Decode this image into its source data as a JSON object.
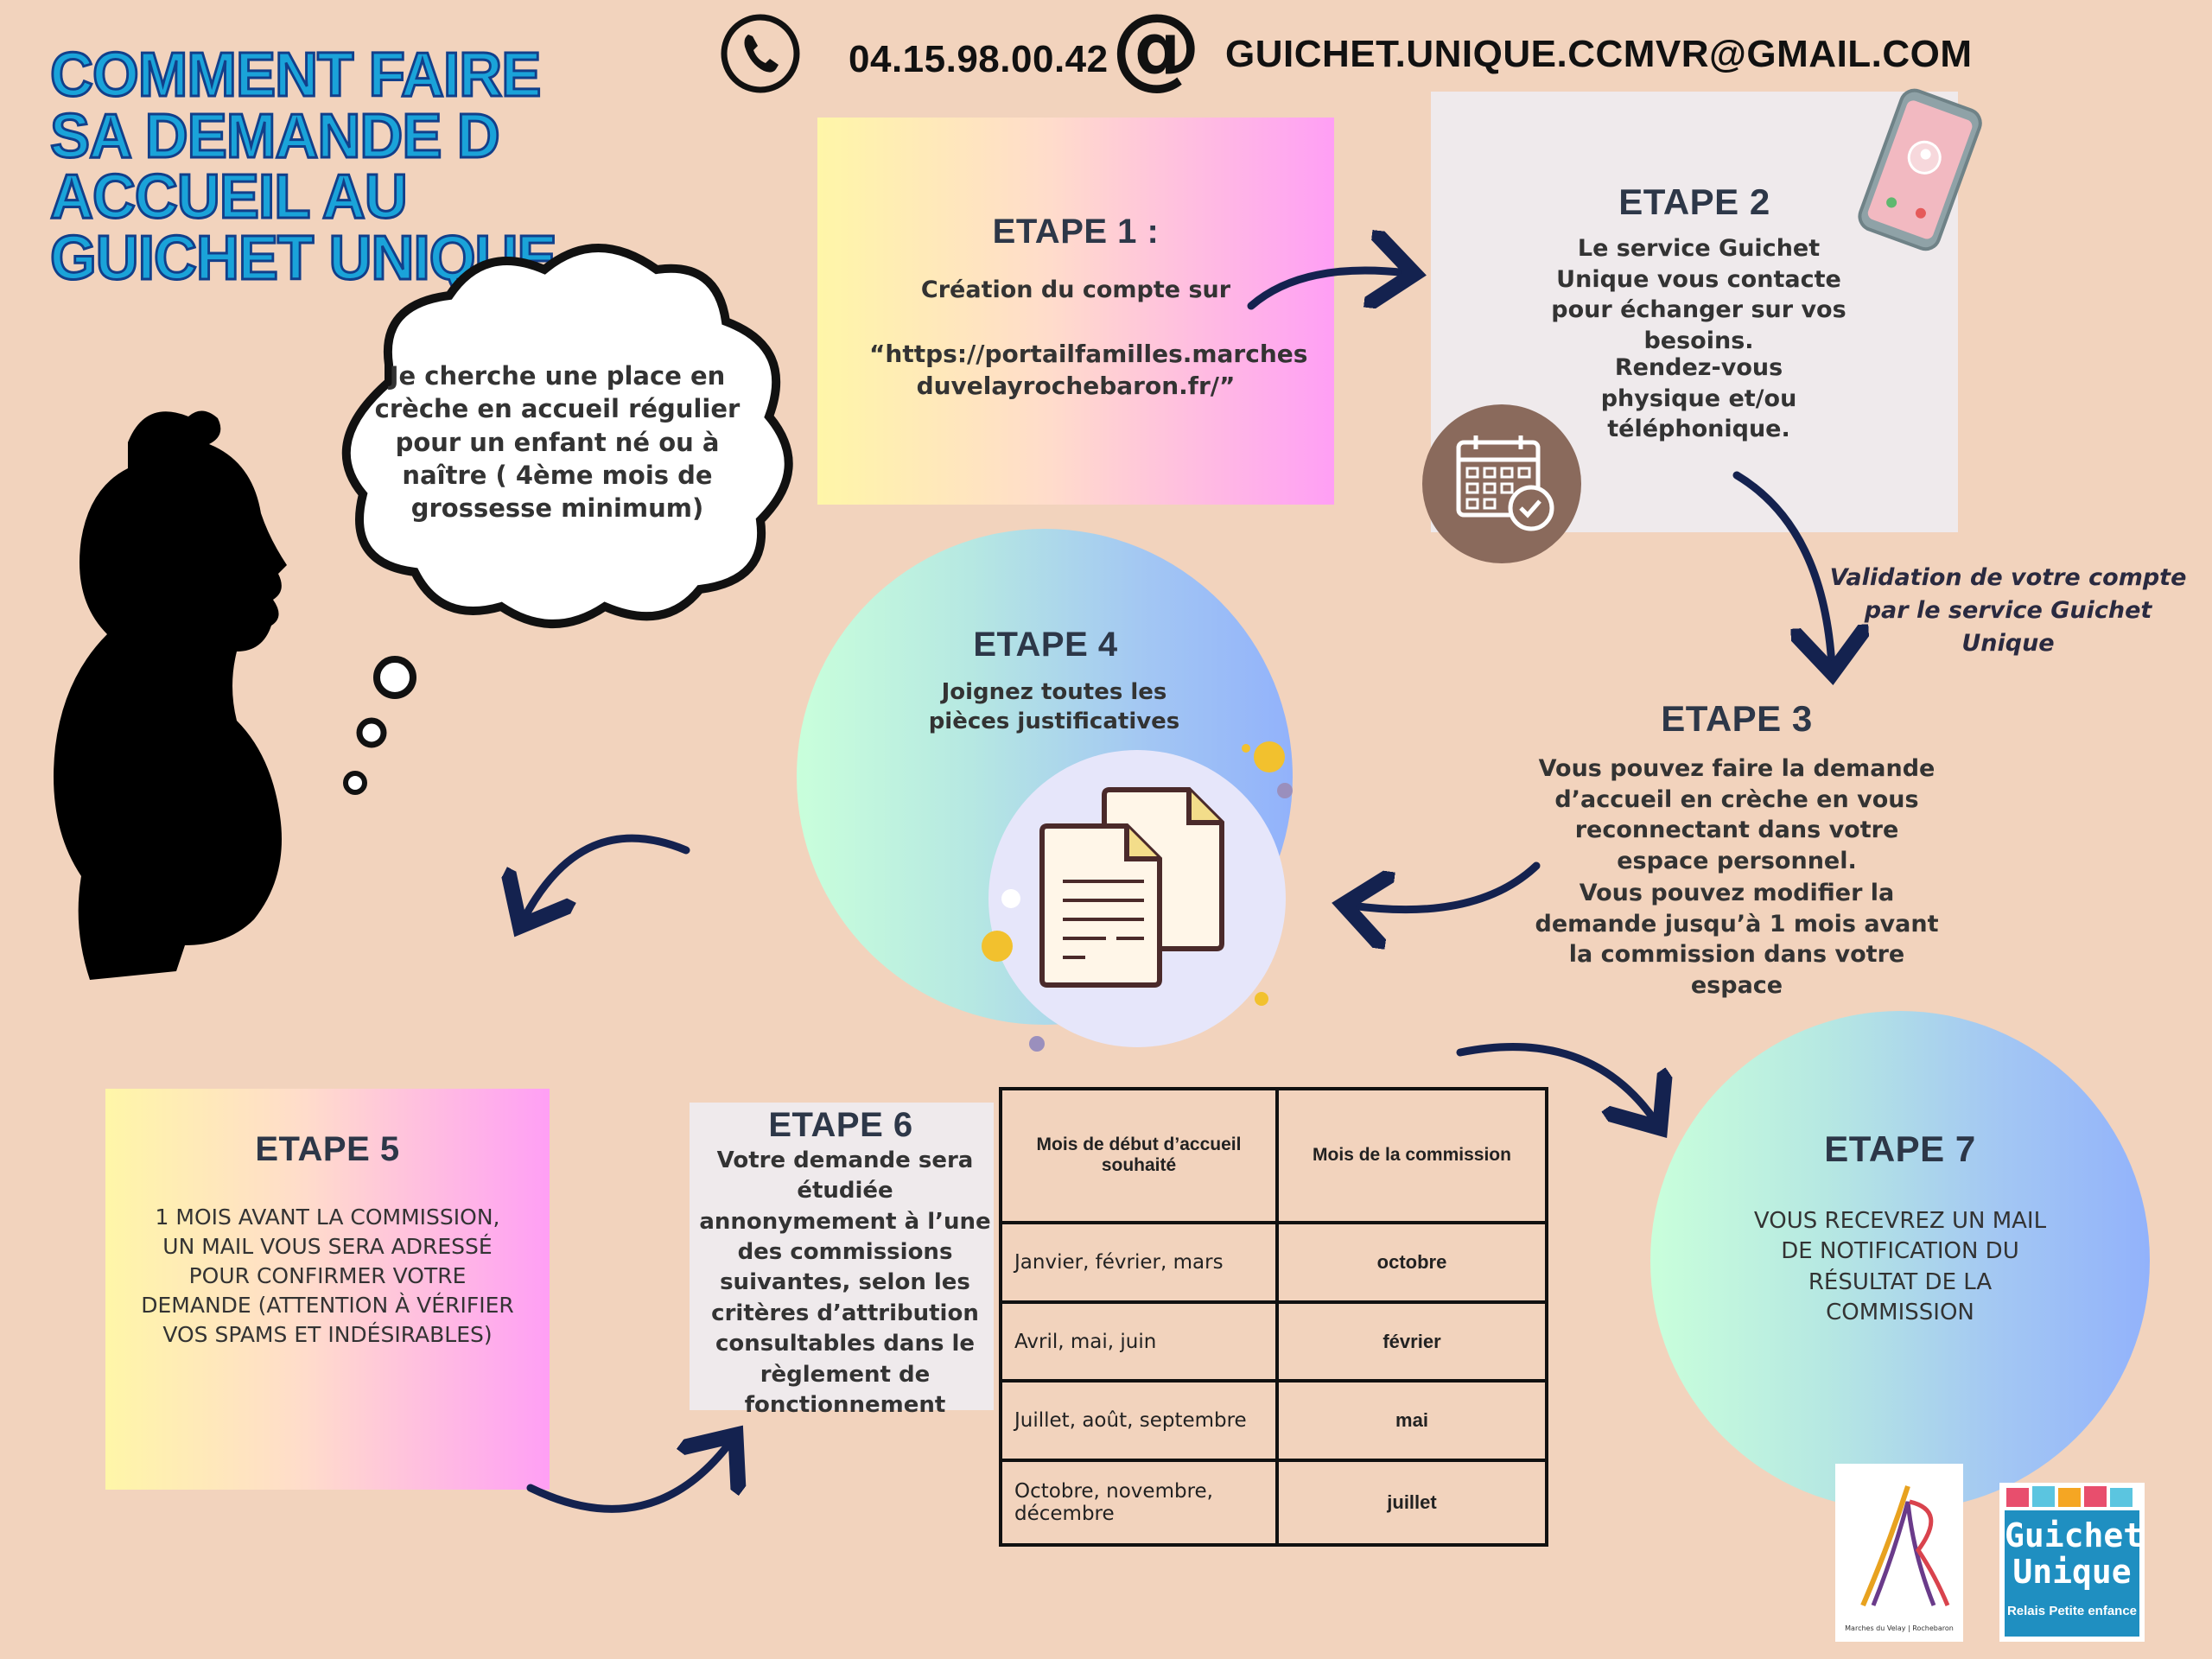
{
  "title": "COMMENT FAIRE SA DEMANDE D ACCUEIL AU GUICHET UNIQUE",
  "contact": {
    "phone": "04.15.98.00.42",
    "email": "GUICHET.UNIQUE.CCMVR@GMAIL.COM",
    "phone_icon": "phone-icon",
    "email_icon": "at-sign-icon"
  },
  "thought": "Je cherche une place en crèche en accueil régulier pour un enfant né ou à naître ( 4ème mois de grossesse minimum)",
  "steps": {
    "step1": {
      "title": "ETAPE 1 :",
      "line1": "Création du compte sur",
      "url": "“https://portailfamilles.marches duvelayrochebaron.fr/”"
    },
    "step2": {
      "title": "ETAPE 2",
      "text1": "Le service Guichet Unique vous contacte pour échanger sur vos besoins.",
      "text2": "Rendez-vous physique et/ou téléphonique."
    },
    "validation": "Validation de votre compte par le service Guichet Unique",
    "step3": {
      "title": "ETAPE 3",
      "text1": "Vous pouvez faire la demande d’accueil en crèche en vous reconnectant dans votre espace personnel.",
      "text2": "Vous pouvez modifier la demande jusqu’à 1 mois avant la commission dans votre espace"
    },
    "step4": {
      "title": "ETAPE 4",
      "text": "Joignez toutes les pièces justificatives"
    },
    "step5": {
      "title": "ETAPE 5",
      "text": "1 MOIS AVANT LA COMMISSION, UN MAIL VOUS SERA ADRESSÉ POUR CONFIRMER  VOTRE DEMANDE (ATTENTION À VÉRIFIER VOS SPAMS ET INDÉSIRABLES)"
    },
    "step6": {
      "title": "ETAPE 6",
      "text": "Votre demande sera étudiée annonymement à l’une des commissions suivantes, selon les critères d’attribution consultables dans le règlement de fonctionnement"
    },
    "step7": {
      "title": "ETAPE 7",
      "text": "VOUS RECEVREZ UN MAIL DE NOTIFICATION DU RÉSULTAT DE LA COMMISSION"
    }
  },
  "table": {
    "headers": [
      "Mois de début  d’accueil souhaité",
      "Mois de la commission"
    ],
    "rows": [
      [
        "Janvier, février, mars",
        "octobre"
      ],
      [
        "Avril, mai, juin",
        "février"
      ],
      [
        "Juillet, août, septembre",
        "mai"
      ],
      [
        "Octobre, novembre, décembre",
        "juillet"
      ]
    ]
  },
  "logos": {
    "ccmvr": {
      "caption": "Marches du Velay | Rochebaron"
    },
    "guichet": {
      "line1": "Guichet",
      "line2": "Unique",
      "line3": "Relais Petite enfance"
    }
  },
  "colors": {
    "background": "#f2d3bd",
    "title": "#1aa3d9",
    "heading": "#2d3748",
    "arrow": "#14224f",
    "guichet_blue": "#1f8fc1"
  }
}
